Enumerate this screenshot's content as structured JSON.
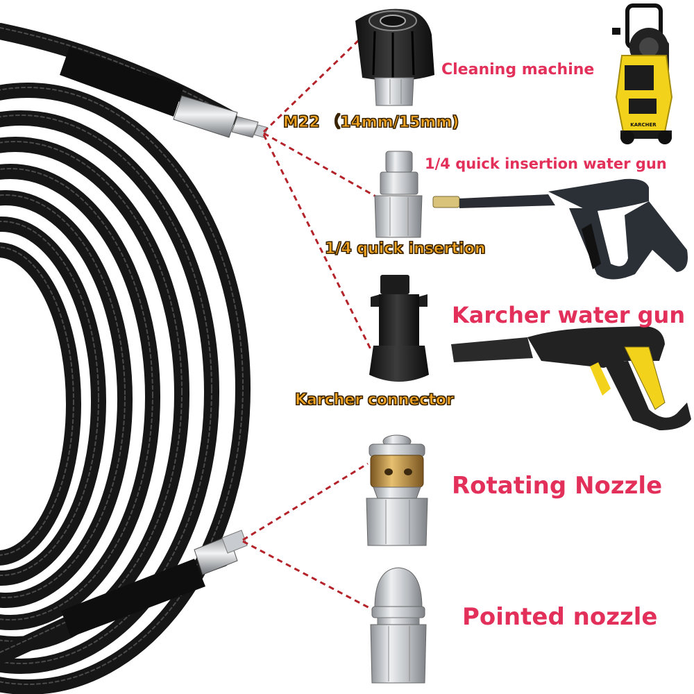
{
  "labels": {
    "m22": "M22 （14mm/15mm)",
    "cleaning_machine": "Cleaning machine",
    "quick_insertion_water_gun": "1/4 quick insertion water gun",
    "quick_insertion": "1/4 quick insertion",
    "karcher_water_gun": "Karcher water gun",
    "karcher_connector": "Karcher connector",
    "rotating_nozzle": "Rotating Nozzle",
    "pointed_nozzle": "Pointed nozzle"
  },
  "machine_brand": "KARCHER",
  "colors": {
    "label_pink": "#e2305a",
    "label_orange": "#f5a623",
    "dash_line": "#b5232a",
    "hose": "#1b1b1b",
    "machine_yellow": "#f2d21b",
    "brass": "#b8893a",
    "steel": "#c9ccd0"
  }
}
